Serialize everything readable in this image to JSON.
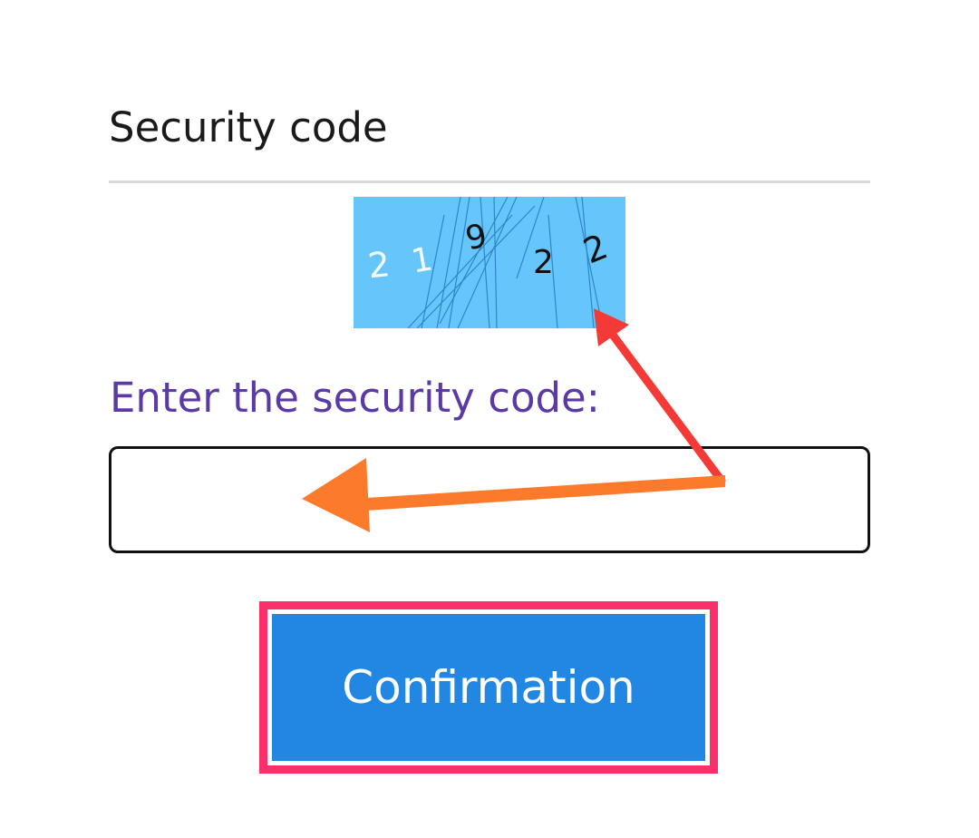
{
  "section": {
    "title": "Security code"
  },
  "captcha": {
    "characters": [
      "2",
      "1",
      "9",
      "2",
      "2"
    ],
    "background_color": "#66c6fc"
  },
  "form": {
    "prompt_label": "Enter the security code:",
    "input_value": "",
    "input_placeholder": ""
  },
  "actions": {
    "confirm_label": "Confirmation"
  },
  "colors": {
    "prompt_text": "#5b3aa6",
    "button_bg": "#2187e3",
    "highlight_border": "#fb2f6a",
    "arrow_red": "#f43a36",
    "arrow_orange": "#fb7a2b"
  },
  "annotations": {
    "arrow_to_captcha": "red-arrow",
    "arrow_to_input": "orange-arrow"
  }
}
